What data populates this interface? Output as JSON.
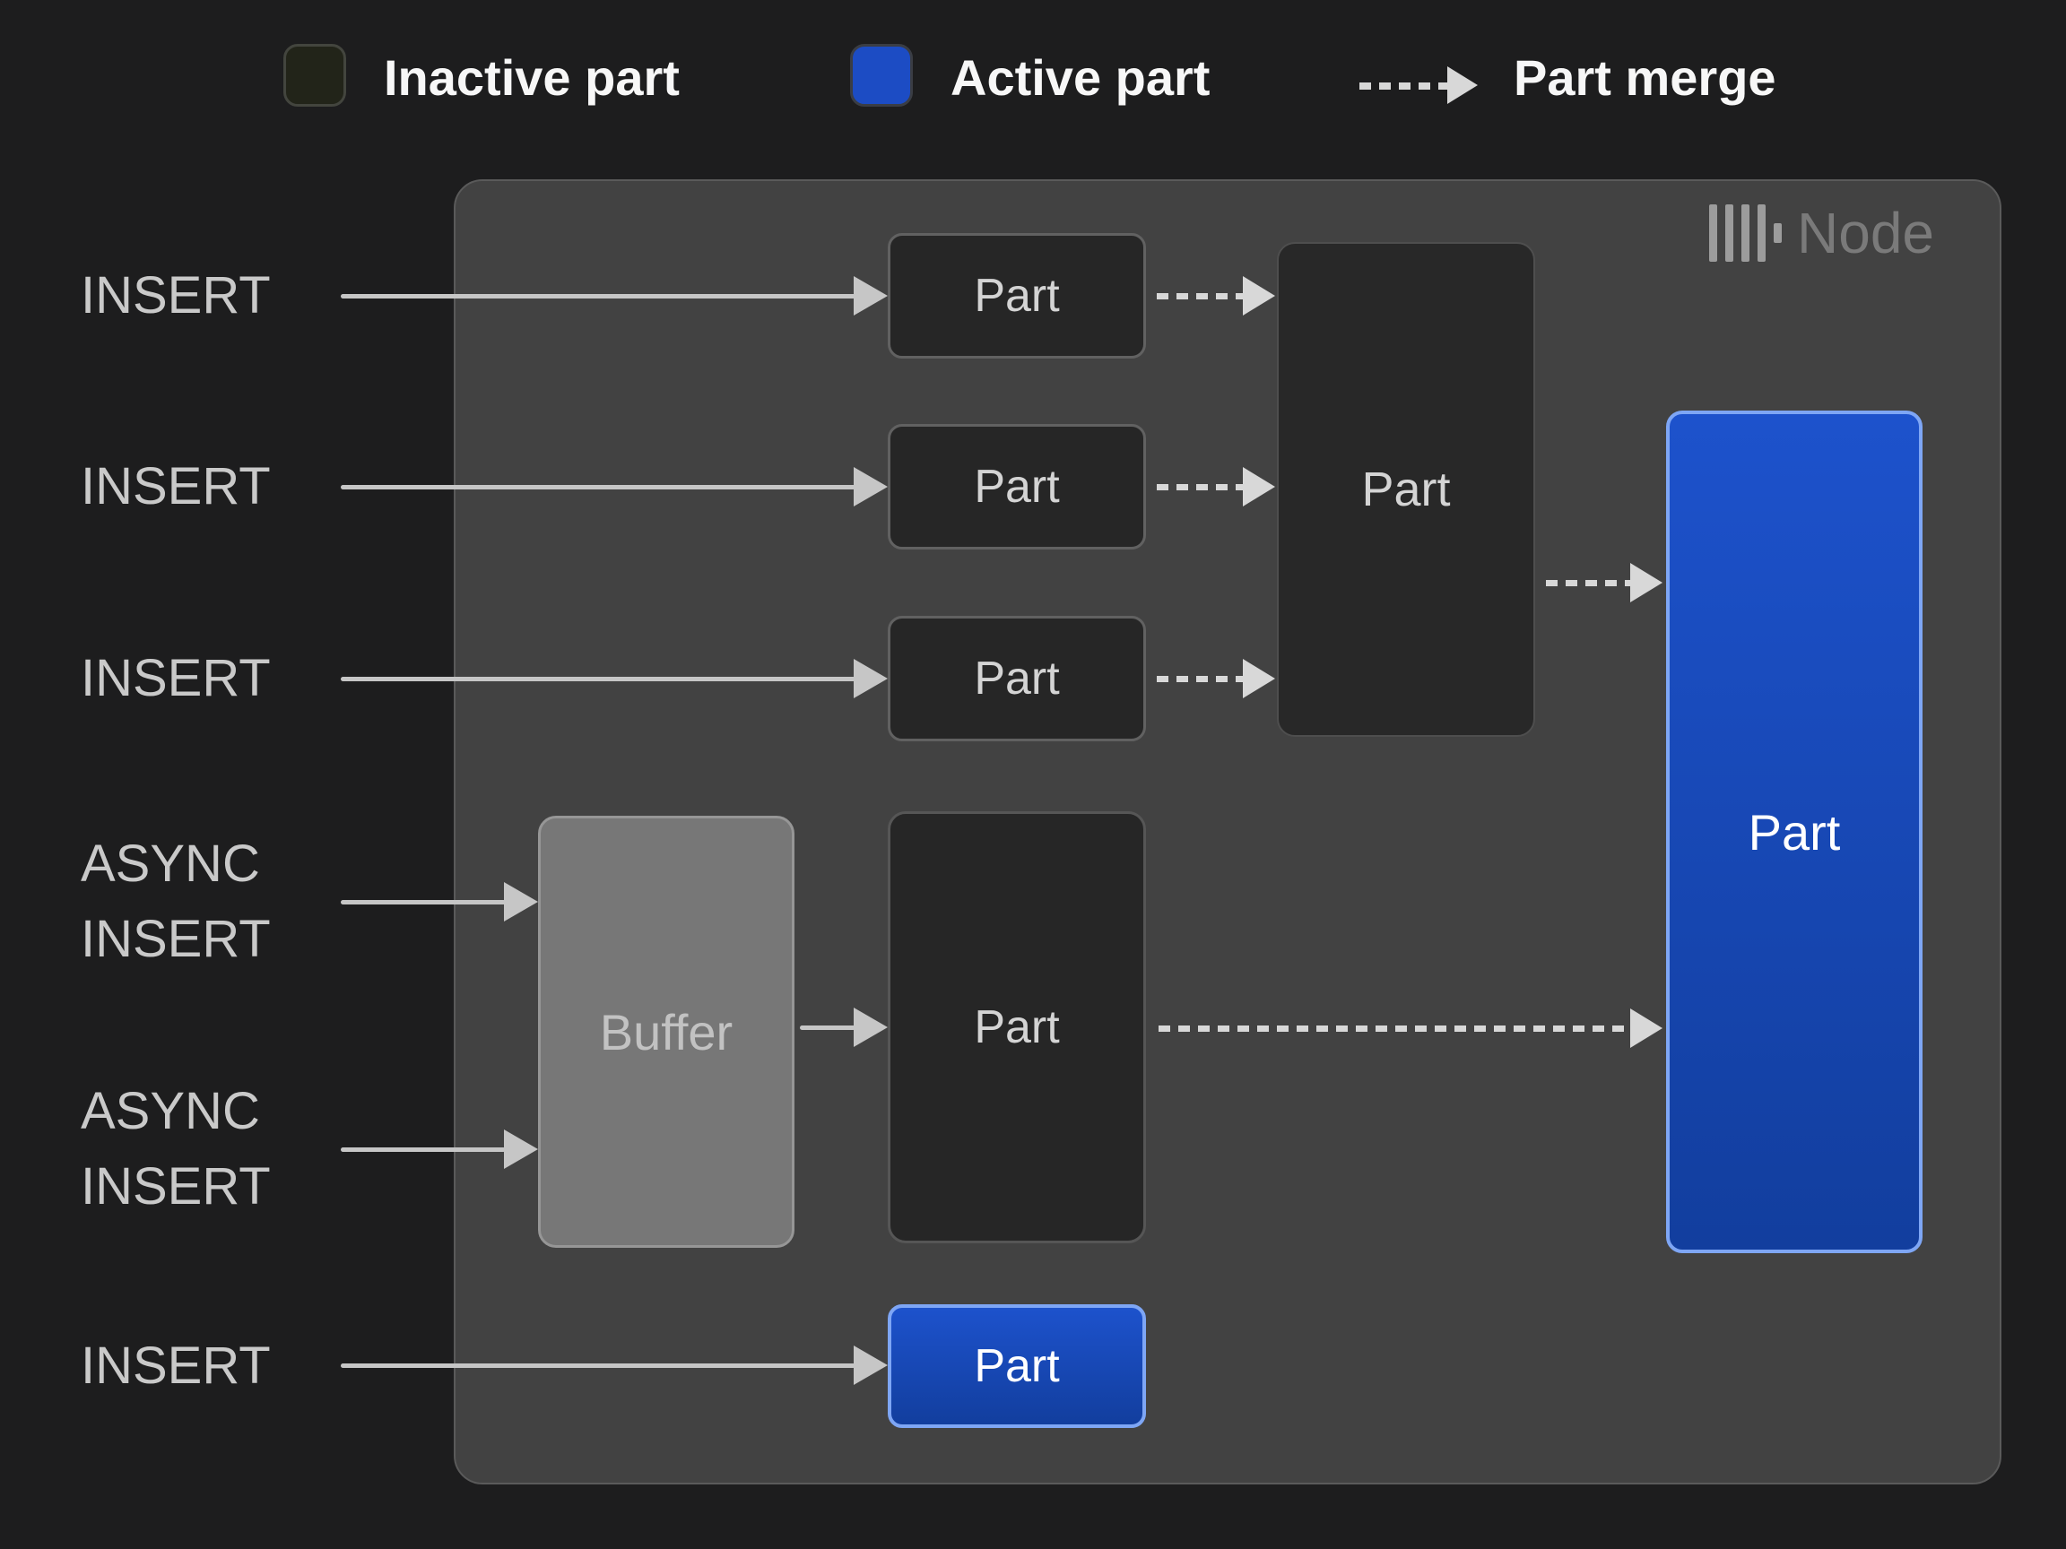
{
  "legend": {
    "inactive": {
      "label": "Inactive part",
      "swatch_color": "#222419"
    },
    "active": {
      "label": "Active part",
      "swatch_color": "#1c4cc4"
    },
    "merge": {
      "label": "Part merge"
    }
  },
  "node": {
    "title": "Node",
    "icon": "clickhouse-bars-icon"
  },
  "inputs": [
    {
      "label": "INSERT"
    },
    {
      "label": "INSERT"
    },
    {
      "label": "INSERT"
    },
    {
      "label": "ASYNC\nINSERT"
    },
    {
      "label": "ASYNC\nINSERT"
    },
    {
      "label": "INSERT"
    }
  ],
  "boxes": {
    "small_parts": [
      {
        "label": "Part",
        "state": "inactive"
      },
      {
        "label": "Part",
        "state": "inactive"
      },
      {
        "label": "Part",
        "state": "inactive"
      }
    ],
    "merged_part": {
      "label": "Part",
      "state": "inactive"
    },
    "buffer": {
      "label": "Buffer"
    },
    "buffered_part": {
      "label": "Part",
      "state": "inactive"
    },
    "active_part_large": {
      "label": "Part",
      "state": "active"
    },
    "active_part_bottom": {
      "label": "Part",
      "state": "active"
    }
  },
  "colors": {
    "background": "#1d1d1e",
    "node_fill": "#424242",
    "inactive_part_fill": "#262626",
    "active_part_blue": "#1c4cc4",
    "active_part_border": "#7ea6f5",
    "buffer_fill": "#777777",
    "solid_arrow": "#c6c6c6",
    "dashed_arrow": "#d8d8d8"
  }
}
